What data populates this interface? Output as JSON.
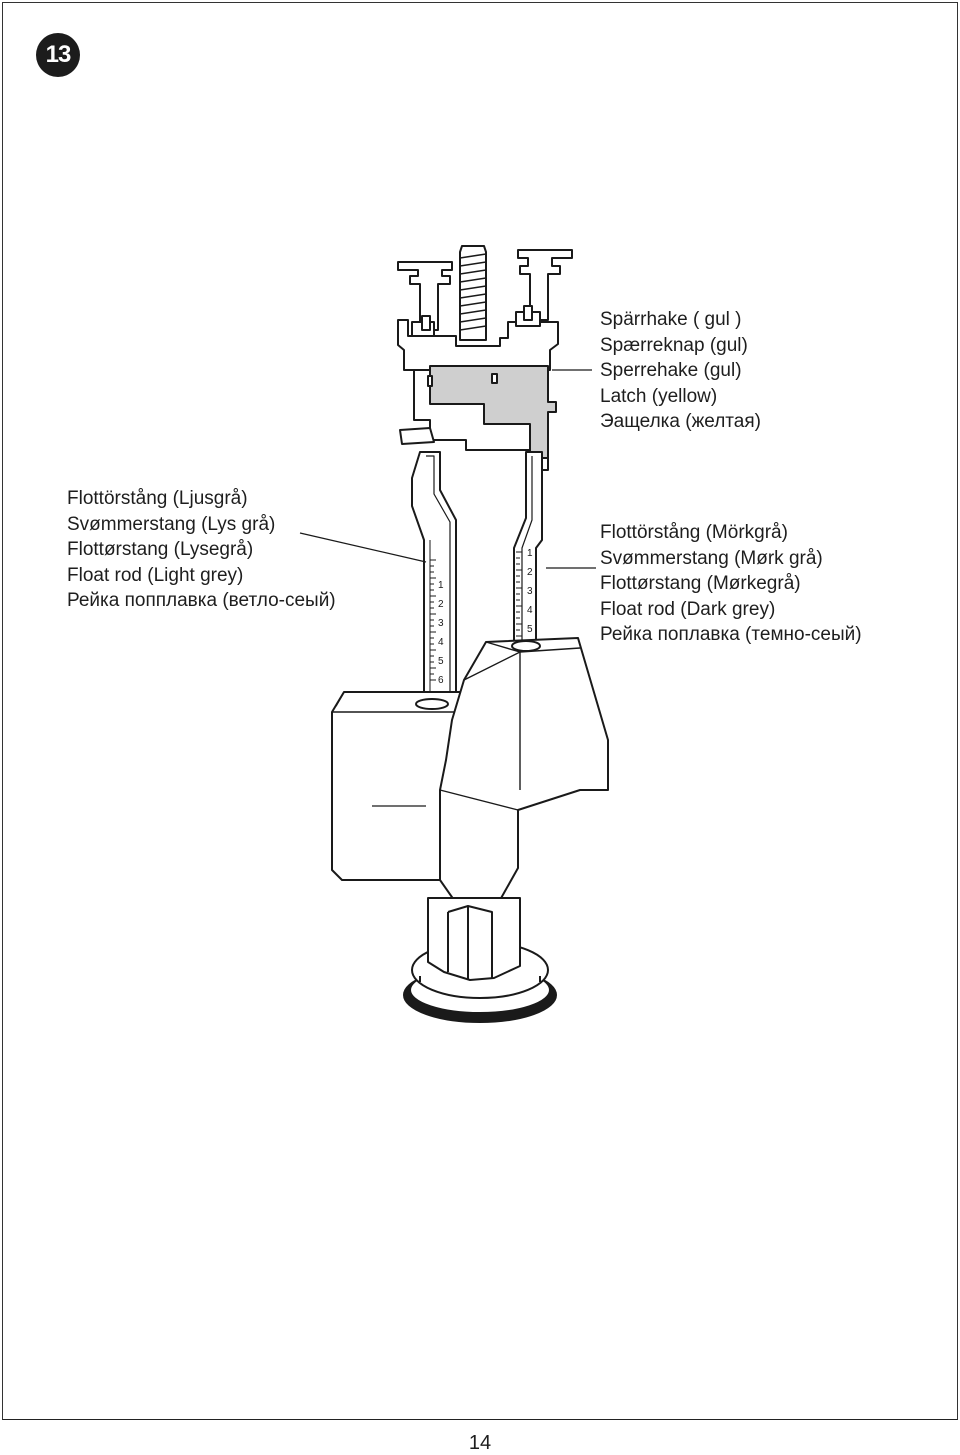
{
  "step": {
    "number": "13"
  },
  "labels": {
    "latch": [
      "Spärrhake ( gul )",
      "Spærreknap (gul)",
      "Sperrehake (gul)",
      "Latch (yellow)",
      "Эащелка (желтая)"
    ],
    "light_float_rod": [
      "Flottörstång (Ljusgrå)",
      "Svømmerstang (Lys grå)",
      "Flottørstang (Lysegrå)",
      "Float rod (Light grey)",
      "Рейка попплавка (ветло-сеый)"
    ],
    "dark_float_rod": [
      "Flottörstång (Mörkgrå)",
      "Svømmerstang (Mørk grå)",
      "Flottørstang (Mørkegrå)",
      "Float rod (Dark grey)",
      "Рейка поплавка (темно-сеый)"
    ]
  },
  "rod_scales": {
    "left": [
      "1",
      "2",
      "3",
      "4",
      "5",
      "6"
    ],
    "right": [
      "1",
      "2",
      "3",
      "4",
      "5"
    ]
  },
  "page_number": "14"
}
